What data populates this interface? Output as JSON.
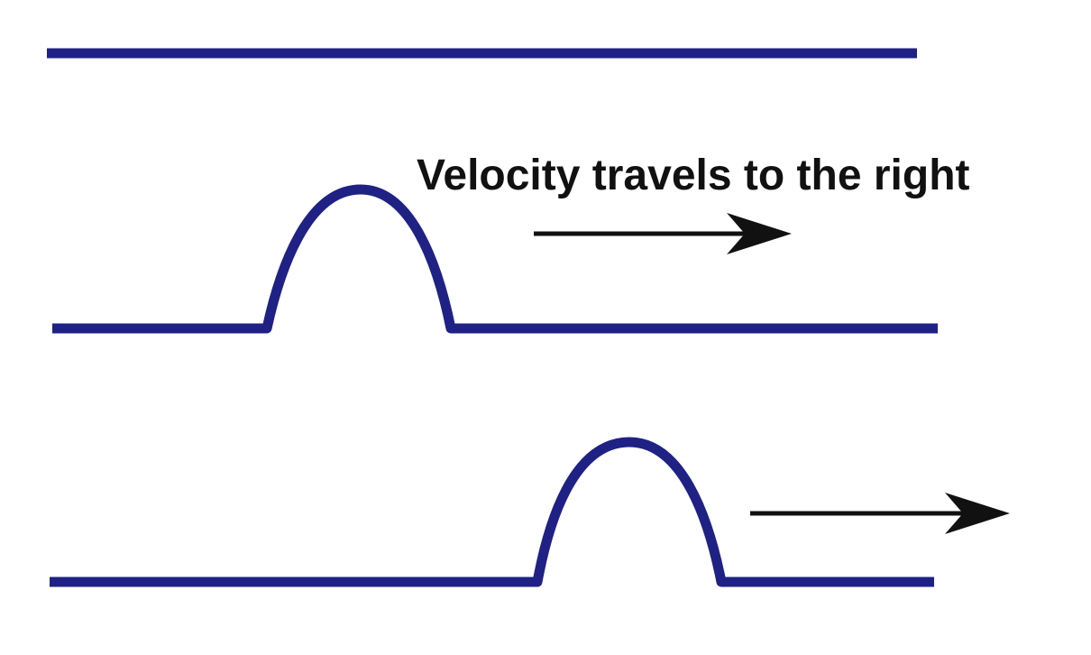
{
  "diagram": {
    "caption": "Velocity travels to the right",
    "colors": {
      "wave": "#1f2185",
      "arrow": "#111111",
      "text": "#111111",
      "background": "#ffffff"
    },
    "rows": [
      {
        "name": "undisturbed-string",
        "has_pulse": false,
        "has_arrow": false
      },
      {
        "name": "pulse-first-position",
        "has_pulse": true,
        "has_arrow": true
      },
      {
        "name": "pulse-later-position",
        "has_pulse": true,
        "has_arrow": true
      }
    ],
    "arrow_icon": "right-arrow-icon"
  }
}
